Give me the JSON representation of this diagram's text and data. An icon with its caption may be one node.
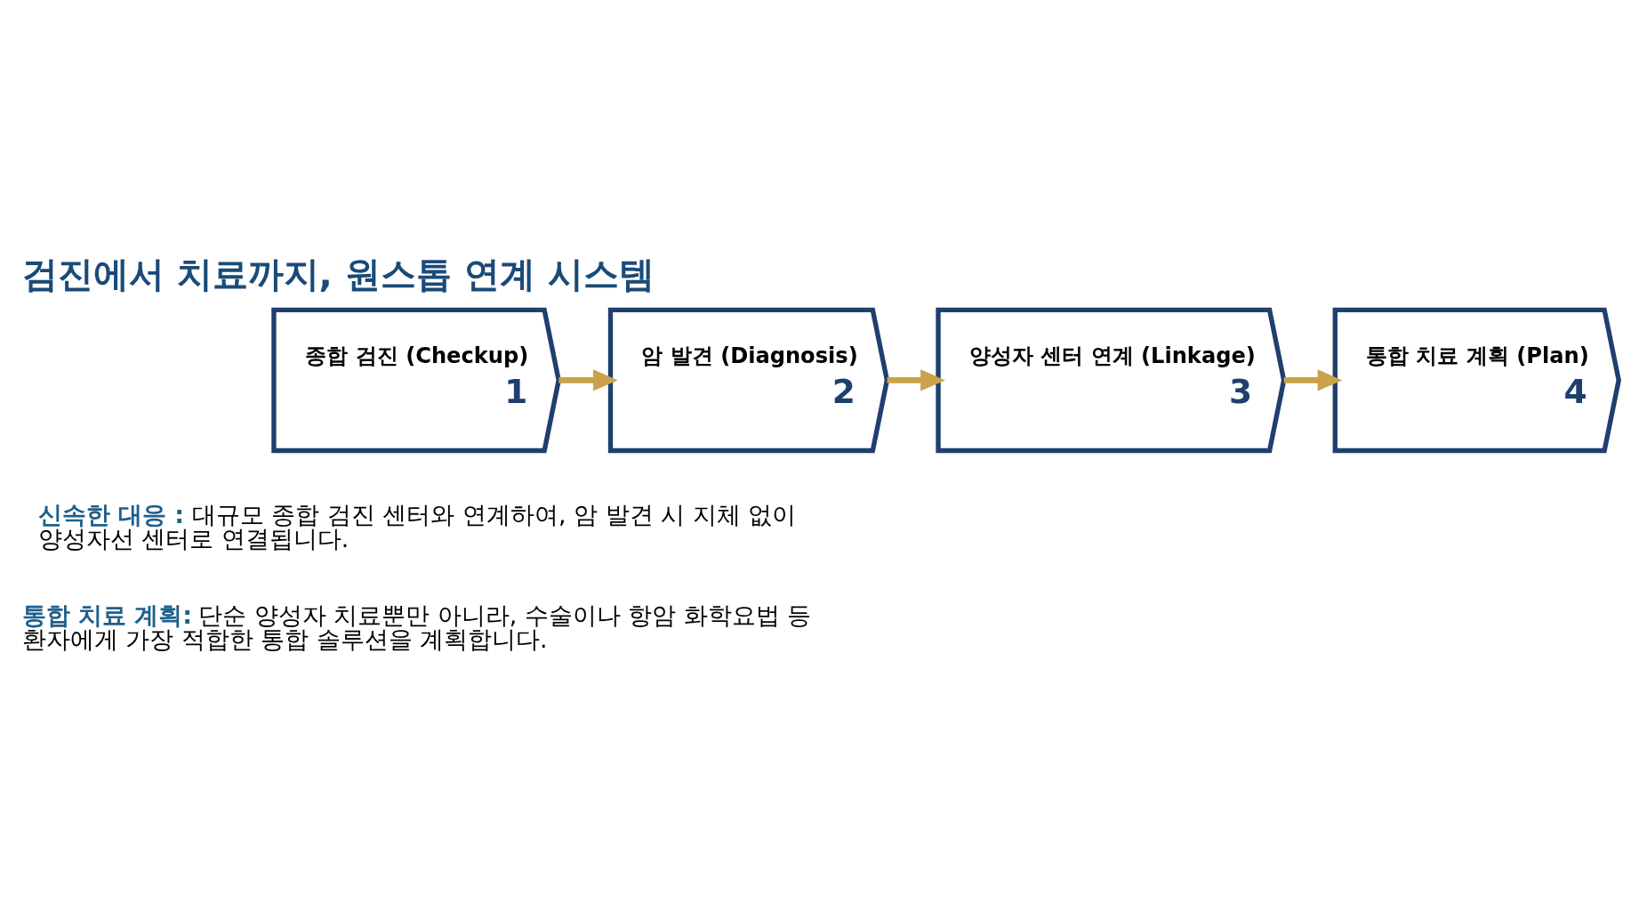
{
  "diagram": {
    "title": "검진에서 치료까지, 원스톱 연계 시스템",
    "nodes": [
      {
        "text": [
          "종합 검진 (Checkup)",
          "1"
        ]
      },
      {
        "text": [
          "암 발견 (Diagnosis)",
          "2"
        ]
      },
      {
        "text": [
          "양성자 센터 연계 (Linkage)",
          "3"
        ]
      },
      {
        "text": [
          "통합 치료 계획 (Plan)",
          "4"
        ]
      }
    ],
    "edges": [
      {
        "from": 0,
        "to": 1,
        "arrow": "to"
      },
      {
        "from": 1,
        "to": 2,
        "arrow": "to"
      },
      {
        "from": 2,
        "to": 3,
        "arrow": "to"
      }
    ],
    "labels": [
      "**신속한 대응 :** 대규모 종합 검진 센터와 연계하여, 암 발견 시 지체 없이 양성자선 센터로 연결됩니다.",
      "**통합 치료 계획:** 단순 양성자 치료뿐만 아니라, 수술이나 항암 화학요법 등 환자에게 가장 적합한 통합 솔루션을 계획합니다."
    ]
  }
}
